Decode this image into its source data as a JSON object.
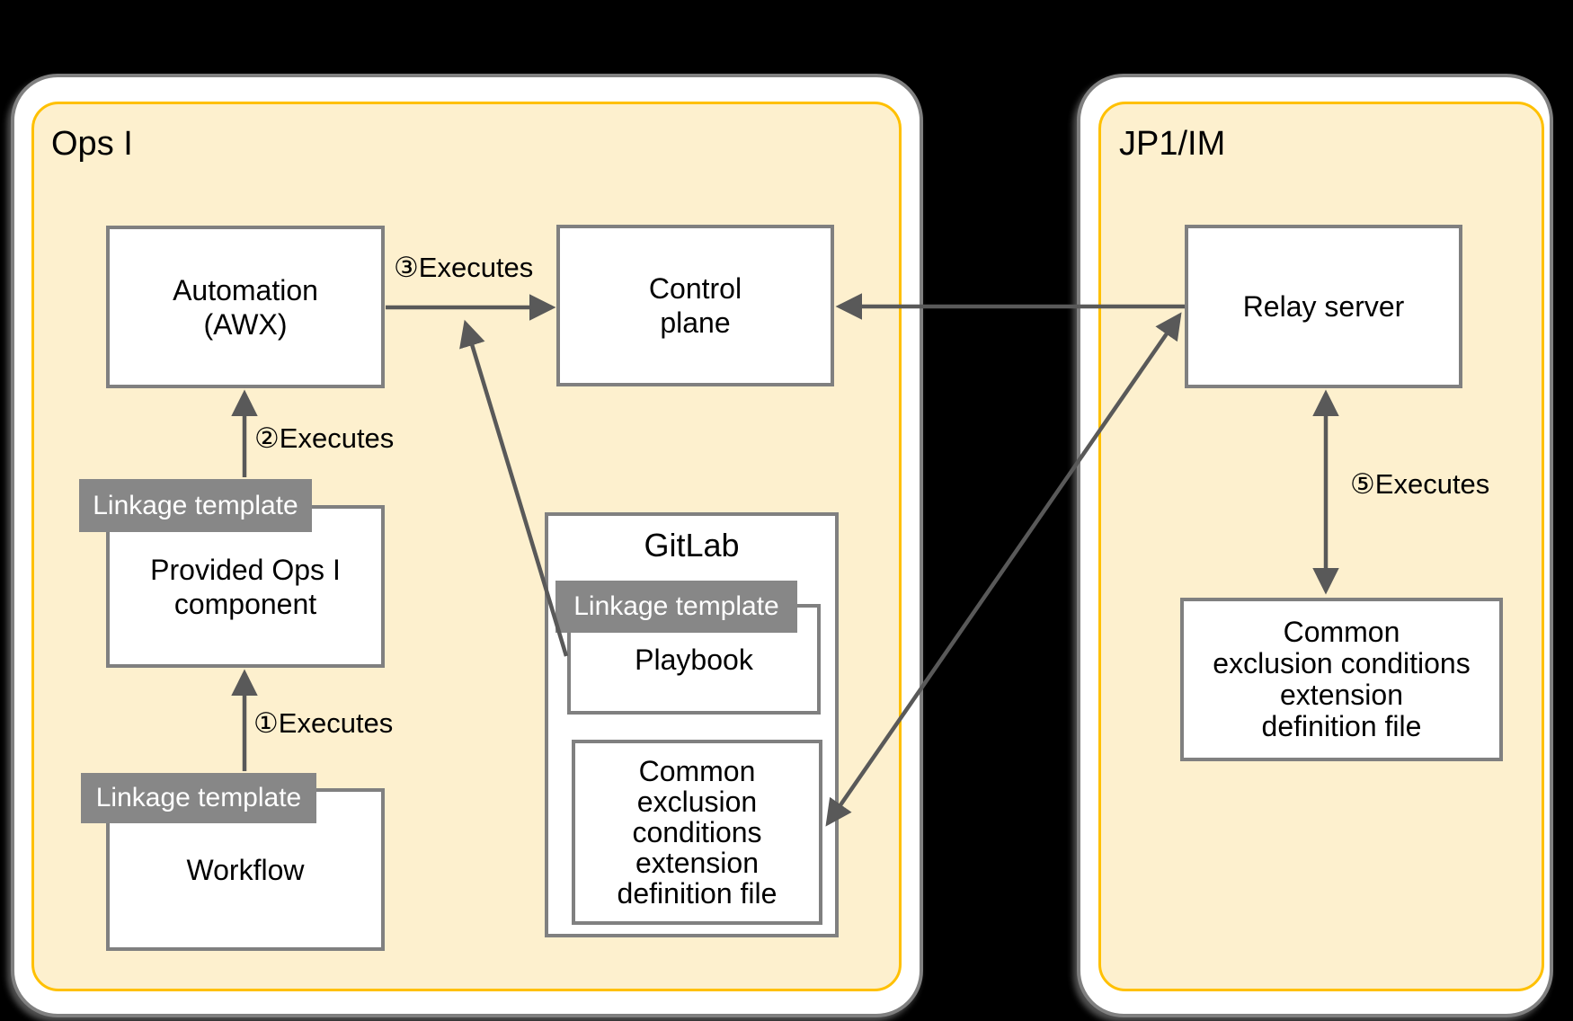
{
  "ops_i": {
    "title": "Ops I",
    "automation": "Automation\n(AWX)",
    "control_plane": "Control\nplane",
    "provided_component": "Provided Ops I\ncomponent",
    "workflow": "Workflow",
    "linkage_template_component": "Linkage template",
    "linkage_template_workflow": "Linkage template",
    "gitlab": {
      "title": "GitLab",
      "linkage_template": "Linkage template",
      "playbook": "Playbook",
      "common_file": "Common\nexclusion\nconditions\nextension\ndefinition file"
    }
  },
  "jp1_im": {
    "title": "JP1/IM",
    "relay_server": "Relay server",
    "common_file": "Common\nexclusion conditions\nextension\ndefinition file"
  },
  "arrow_labels": {
    "step1": "①Executes",
    "step2": "②Executes",
    "step3": "③Executes",
    "step5": "⑤Executes"
  },
  "colors": {
    "background": "#000000",
    "container_fill": "#FDF0CE",
    "container_border": "#FFC000",
    "panel_fill": "#FFFFFF",
    "panel_border": "#808080",
    "box_border": "#808080",
    "label_bg": "#878787",
    "label_text": "#FFFFFF",
    "arrow": "#595959",
    "text": "#000000"
  }
}
